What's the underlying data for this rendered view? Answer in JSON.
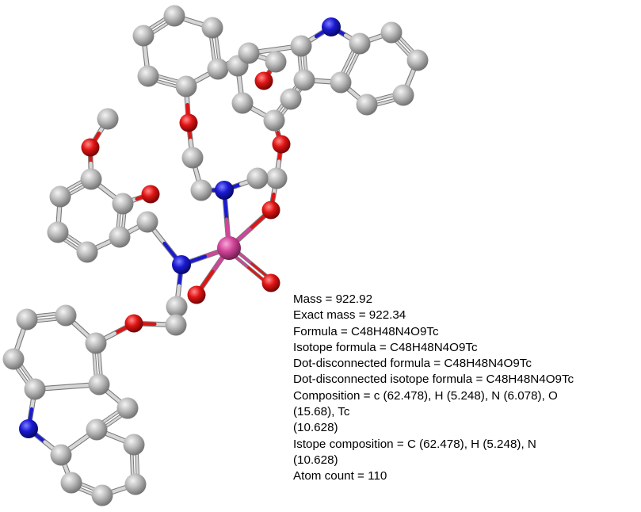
{
  "colors": {
    "carbon": "#b4b4b4",
    "nitrogen": "#1a1ad2",
    "oxygen": "#e01414",
    "technetium": "#d2449a",
    "bond": "#b6b6b6",
    "text": "#000000"
  },
  "properties": {
    "mass": "Mass = 922.92",
    "exact_mass": "Exact mass = 922.34",
    "formula": "Formula = C48H48N4O9Tc",
    "isotope_formula": "Isotope formula = C48H48N4O9Tc",
    "dot_formula": "Dot-disconnected formula = C48H48N4O9Tc",
    "dot_isotope_formula": "Dot-disconnected isotope formula = C48H48N4O9Tc",
    "composition_1": "Composition = c (62.478), H (5.248), N (6.078), O",
    "composition_2": "(15.68), Tc",
    "composition_3": "(10.628)",
    "isotope_composition_1": "Istope composition = C (62.478), H (5.248), N",
    "isotope_composition_2": "(10.628)",
    "atom_count": "Atom count = 110"
  }
}
